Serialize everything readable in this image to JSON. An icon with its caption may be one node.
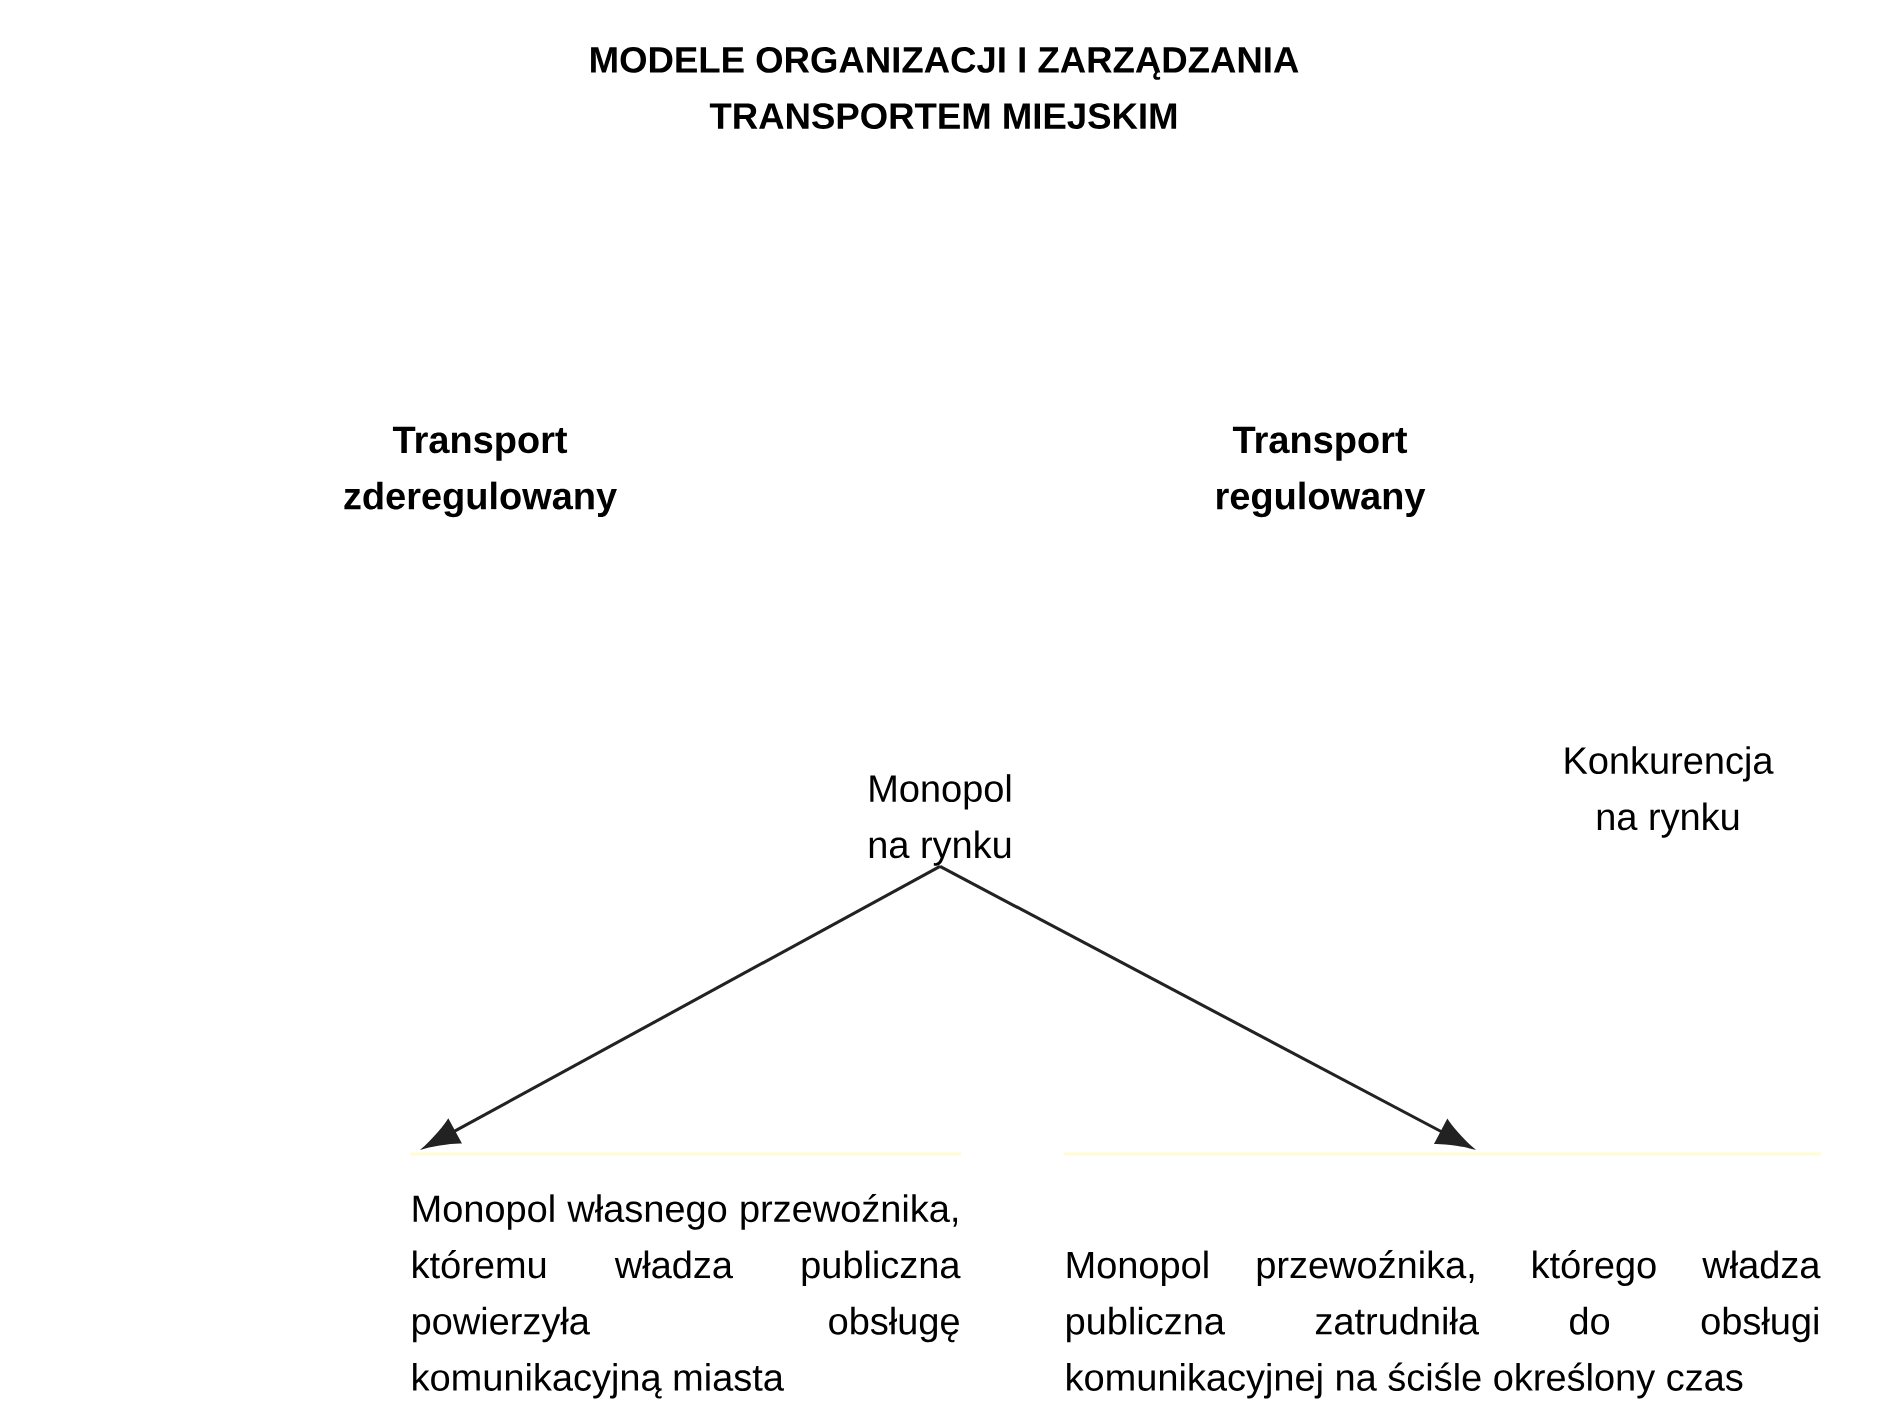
{
  "diagram": {
    "title": "MODELE ORGANIZACJI I ZARZĄDZANIA TRANSPORTEM MIEJSKIM",
    "nodes": [
      {
        "text": [
          "Monopol na rynku"
        ]
      },
      {
        "text": [
          "Monopol własnego przewoźnika, któremu władza publiczna powierzyła obsługę komunikacyjną miasta"
        ]
      },
      {
        "text": [
          "Monopol przewoźnika, którego władza publiczna zatrudniła do obsługi komunikacyjnej na ściśle określony czas"
        ]
      }
    ],
    "edges": [
      {
        "from": 0,
        "to": 1,
        "arrow": "to"
      },
      {
        "from": 0,
        "to": 2,
        "arrow": "to"
      }
    ],
    "labels": [
      "Transport zderegulowany",
      "Transport regulowany",
      "Konkurencja na rynku"
    ]
  }
}
